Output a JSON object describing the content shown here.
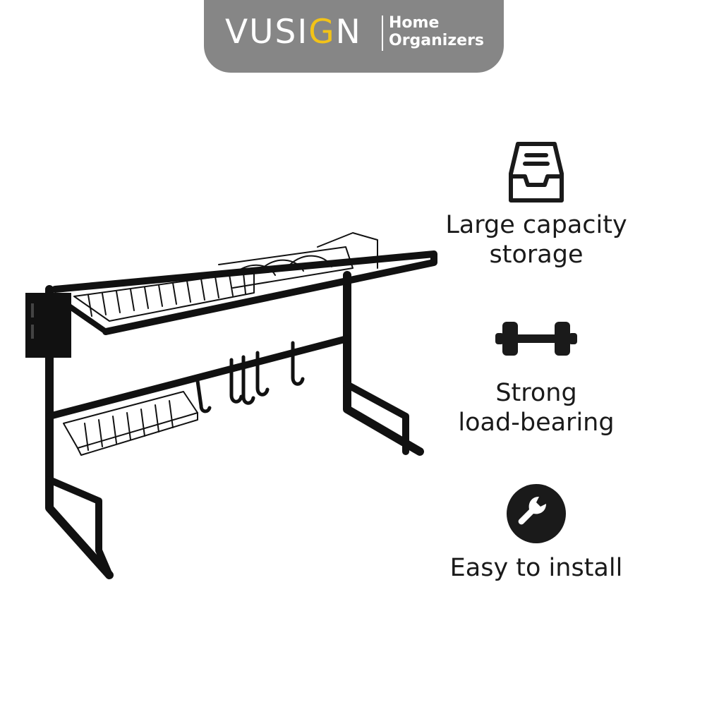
{
  "brand": {
    "logo_text_pre": "VUSI",
    "logo_text_accent": "G",
    "logo_text_post": "N",
    "tagline": "Home\nOrganizers",
    "banner_color": "#868686",
    "accent_color": "#f3c318"
  },
  "product": {
    "icon": "dish-rack-illustration"
  },
  "features": [
    {
      "icon": "storage-tray-icon",
      "label": "Large capacity\nstorage"
    },
    {
      "icon": "dumbbell-icon",
      "label": "Strong\nload-bearing"
    },
    {
      "icon": "wrench-icon",
      "label": "Easy to install"
    }
  ]
}
